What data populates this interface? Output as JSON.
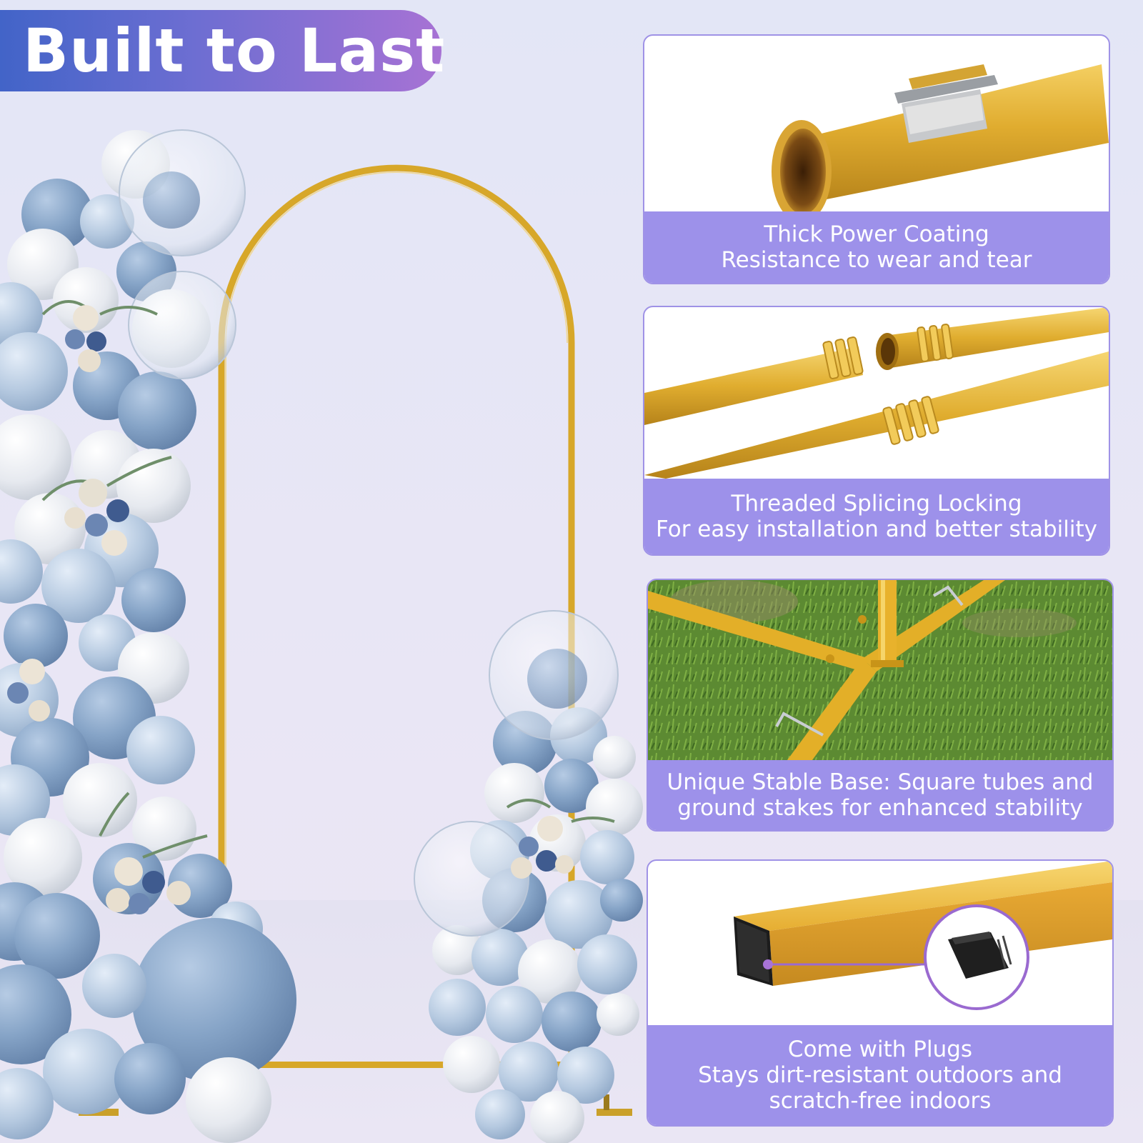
{
  "title": "Built to Last",
  "colors": {
    "banner_start": "#4264c8",
    "banner_end": "#a772d4",
    "caption_bg": "#9d91ea",
    "card_border": "#9f92e6",
    "arch_gold": "#d7a729",
    "balloon_blue": "#7f9ec3",
    "balloon_white": "#eef1f6"
  },
  "features": [
    {
      "image": "gold-tube-cross-section",
      "lines": [
        "Thick Power Coating",
        "Resistance to wear and tear"
      ]
    },
    {
      "image": "threaded-gold-poles",
      "lines": [
        "Threaded Splicing Locking",
        "For easy installation and better stability"
      ]
    },
    {
      "image": "gold-base-on-grass",
      "lines": [
        "Unique Stable Base: Square tubes and",
        "ground stakes for enhanced stability"
      ]
    },
    {
      "image": "square-tube-with-plug",
      "lines": [
        "Come with Plugs",
        "Stays dirt-resistant outdoors and",
        "scratch-free indoors"
      ]
    }
  ]
}
